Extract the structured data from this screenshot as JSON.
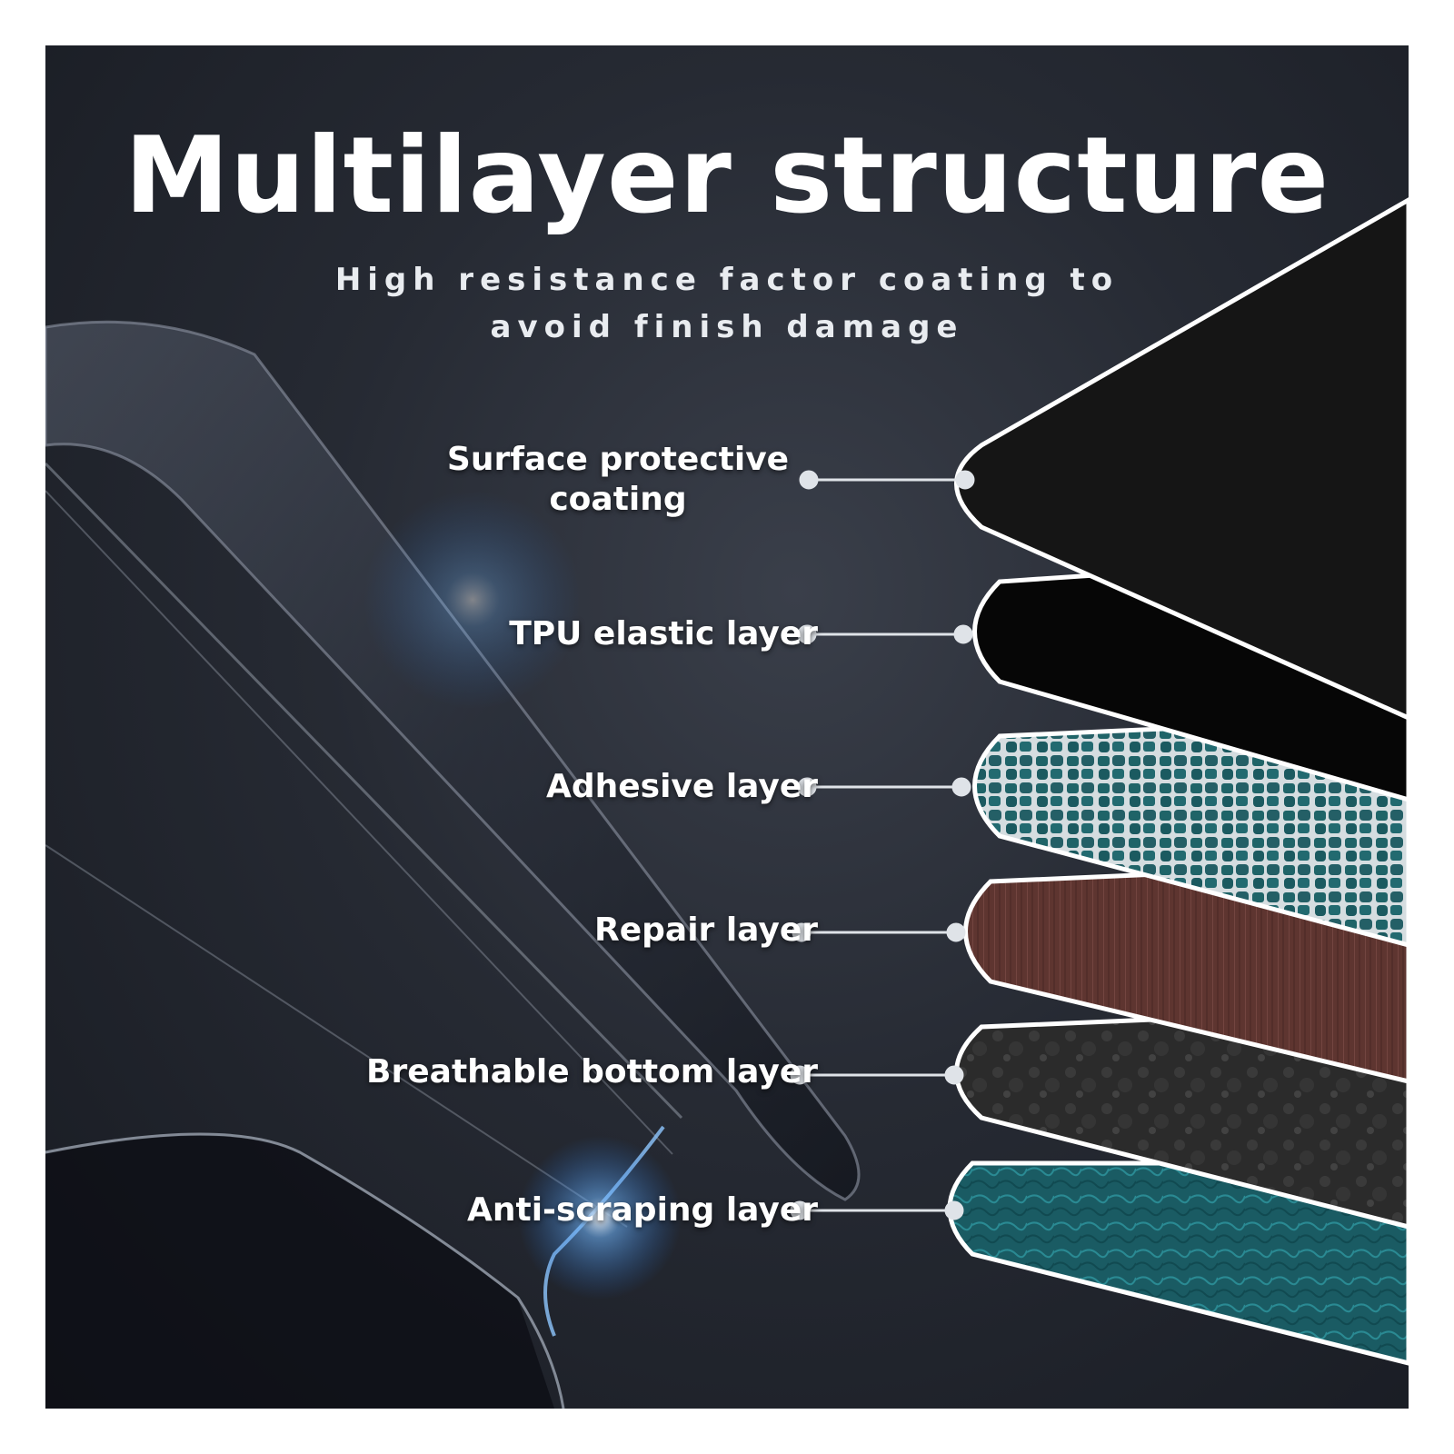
{
  "title": "Multilayer structure",
  "subtitle": "High resistance factor coating to avoid finish damage",
  "colors": {
    "background": "#262a33",
    "text": "#ffffff",
    "connector": "#dfe3e8",
    "surface_layer": "#151515",
    "tpu_layer": "#060606",
    "adhesive_layer": "#1f6468",
    "repair_layer": "#5e3530",
    "breathable_layer": "#2b2b2b",
    "anti_scraping_layer": "#1a5b63"
  },
  "layers": [
    {
      "label": "Surface protective coating",
      "icon": "black-sheet"
    },
    {
      "label": "TPU elastic layer",
      "icon": "black-sheet"
    },
    {
      "label": "Adhesive layer",
      "icon": "teal-mosaic-sheet"
    },
    {
      "label": "Repair layer",
      "icon": "brown-fibre-sheet"
    },
    {
      "label": "Breathable bottom layer",
      "icon": "grey-mottled-sheet"
    },
    {
      "label": "Anti-scraping layer",
      "icon": "teal-textured-sheet"
    }
  ]
}
